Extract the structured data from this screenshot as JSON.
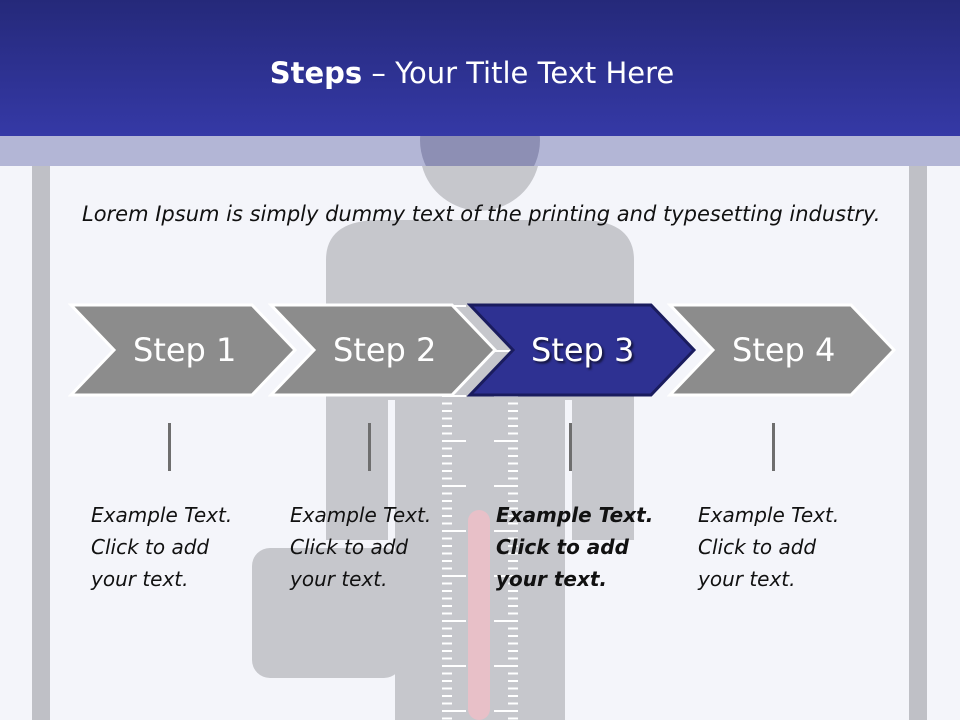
{
  "title": {
    "bold": "Steps",
    "rest": " – Your Title Text Here"
  },
  "intro": "Lorem Ipsum is simply dummy text of the printing and typesetting industry.",
  "colors": {
    "accent": "#2e3192",
    "chevron_inactive": "#8c8c8c",
    "title_bar": "#2f338f",
    "background": "#f4f5fa"
  },
  "steps": [
    {
      "label": "Step 1",
      "text": "Example Text.\nClick  to add\nyour text.",
      "active": false
    },
    {
      "label": "Step 2",
      "text": "Example Text.\nClick  to add\nyour text.",
      "active": false
    },
    {
      "label": "Step 3",
      "text": "Example Text.\nClick  to add\nyour text.",
      "active": true
    },
    {
      "label": "Step 4",
      "text": "Example Text.\nClick  to add\nyour text.",
      "active": false
    }
  ]
}
